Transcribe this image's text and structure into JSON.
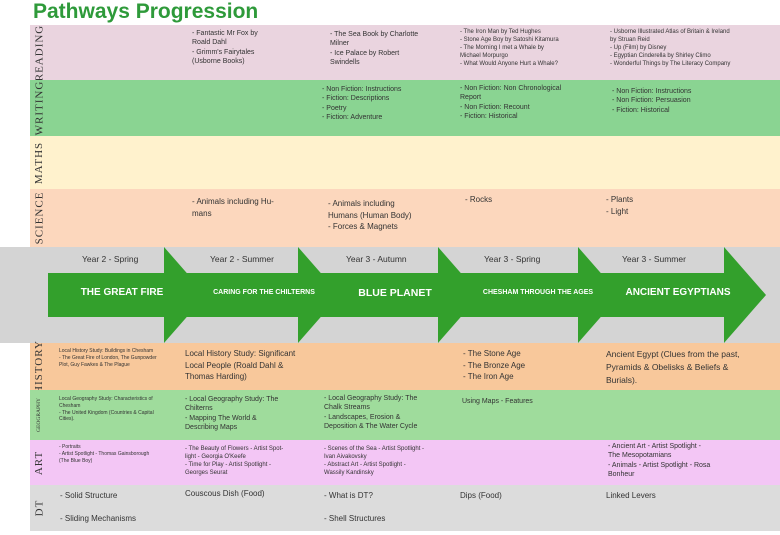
{
  "title": "Pathways Progression",
  "colors": {
    "reading": "#ead4df",
    "writing": "#8ad492",
    "maths": "#fff2cd",
    "science": "#fcd7bd",
    "banner": "#d4d4d4",
    "arrow": "#33a02c",
    "history": "#f8c89b",
    "geography": "#9fdc9c",
    "art": "#f3c6f5",
    "dt": "#dcdcdc"
  },
  "subjects": [
    "READING",
    "WRITING",
    "MATHS",
    "SCIENCE",
    "HISTORY",
    "GEOGRAPHY",
    "ART",
    "DT"
  ],
  "terms": [
    {
      "season": "Year 2 - Spring",
      "topic": "THE GREAT FIRE"
    },
    {
      "season": "Year 2 - Summer",
      "topic": "CARING FOR THE CHILTERNS"
    },
    {
      "season": "Year 3 - Autumn",
      "topic": "BLUE PLANET"
    },
    {
      "season": "Year 3 - Spring",
      "topic": "CHESHAM THROUGH THE AGES"
    },
    {
      "season": "Year 3 - Summer",
      "topic": "ANCIENT EGYPTIANS"
    }
  ],
  "reading": {
    "c2": [
      "- Fantastic Mr Fox by",
      "Roald Dahl",
      "- Grimm's Fairytales",
      "(Usborne Books)"
    ],
    "c3": [
      "- The Sea Book by Charlotte",
      "Milner",
      "- Ice Palace by Robert",
      "Swindells"
    ],
    "c4": [
      "- The Iron Man by Ted Hughes",
      "- Stone Age Boy by Satoshi Kitamura",
      "- The Morning I met a Whale by",
      "Michael Morpurgo",
      "- What Would Anyone Hurt a Whale?"
    ],
    "c5": [
      "- Usborne Illustrated Atlas of Britain & Ireland",
      "by Struan Reid",
      "- Up (Film) by Disney",
      "- Egyptian Cinderella by Shirley Climo",
      "- Wonderful Things by The Literacy Company"
    ]
  },
  "writing": {
    "c3": [
      "- Non Fiction: Instructions",
      "- Fiction: Descriptions",
      "- Poetry",
      "- Fiction: Adventure"
    ],
    "c4": [
      "- Non Fiction: Non Chronological",
      "Report",
      "- Non Fiction: Recount",
      "- Fiction: Historical"
    ],
    "c5": [
      "- Non Fiction: Instructions",
      "- Non Fiction: Persuasion",
      "- Fiction: Historical"
    ]
  },
  "science": {
    "c2": [
      "- Animals including Hu-",
      "mans"
    ],
    "c3": [
      "- Animals including",
      "Humans (Human Body)",
      "- Forces & Magnets"
    ],
    "c4": [
      "- Rocks"
    ],
    "c5": [
      "- Plants",
      "- Light"
    ]
  },
  "history": {
    "c1": [
      "Local History Study: Buildings in Chesham",
      "- The Great Fire of London, The Gunpowder",
      "Plot, Guy Fawkes & The Plague"
    ],
    "c2": [
      "Local History Study: Significant",
      "Local People (Roald Dahl &",
      "Thomas Harding)"
    ],
    "c4": [
      "- The Stone Age",
      "- The Bronze Age",
      "- The Iron Age"
    ],
    "c5": [
      "Ancient Egypt (Clues from the past,",
      "Pyramids & Obelisks & Beliefs &",
      "Burials)."
    ]
  },
  "geography": {
    "c1": [
      "Local Geography Study: Characteristics of",
      "Chesham",
      "- The United Kingdom (Countries & Capital",
      "Cities)."
    ],
    "c2": [
      "- Local Geography Study: The",
      "Chilterns",
      "- Mapping The World &",
      "Describing Maps"
    ],
    "c3": [
      "- Local Geography Study: The",
      "Chalk Streams",
      "- Landscapes, Erosion &",
      "Deposition & The Water Cycle"
    ],
    "c4": [
      "Using Maps - Features"
    ]
  },
  "art": {
    "c1": [
      "- Portraits",
      "- Artist Spotlight - Thomas Gainsborough",
      "(The Blue Boy)"
    ],
    "c2": [
      "- The Beauty of Flowers - Artist Spot-",
      "light - Georgia O'Keefe",
      "- Time for Play - Artist Spotlight -",
      "Georges Seurat"
    ],
    "c3": [
      "- Scenes of the Sea - Artist Spotlight -",
      "Ivan Aivakovsky",
      "- Abstract Art - Artist Spotlight -",
      "Wassily Kandinsky"
    ],
    "c5": [
      "- Ancient Art - Artist Spotlight -",
      "The Mesopotamians",
      "- Animals - Artist Spotlight - Rosa",
      "Bonheur"
    ]
  },
  "dt": {
    "c1": [
      "- Solid Structure",
      "",
      "- Sliding Mechanisms"
    ],
    "c2": [
      "Couscous Dish (Food)"
    ],
    "c3": [
      "- What is DT?",
      "",
      "- Shell Structures"
    ],
    "c4": [
      "Dips (Food)"
    ],
    "c5": [
      "Linked Levers"
    ]
  }
}
